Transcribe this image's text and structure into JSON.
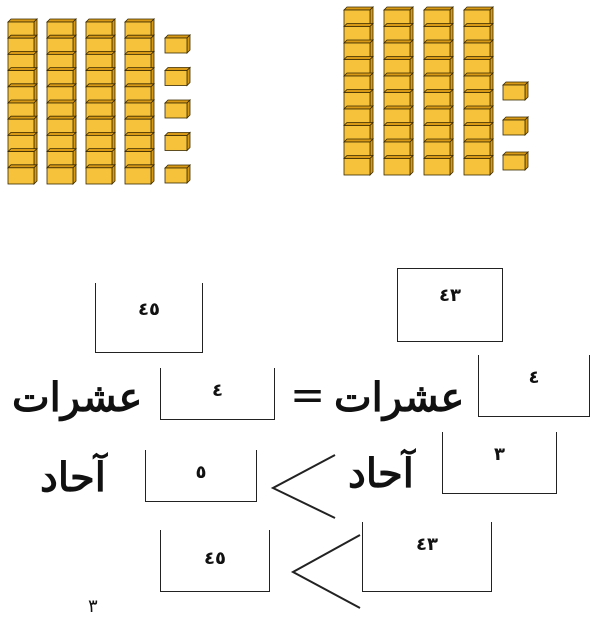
{
  "left_model": {
    "tens": 4,
    "ones": 5
  },
  "right_model": {
    "tens": 4,
    "ones": 3
  },
  "number_boxes": {
    "left_number": "٤٥",
    "right_number": "٤٣"
  },
  "comparison": {
    "tens_word": "عشرات",
    "ones_word": "آحاد",
    "equals_symbol": "=",
    "left_tens_value": "٤",
    "right_tens_value": "٤",
    "left_ones_value": "٥",
    "right_ones_value": "٣",
    "final_left": "٤٥",
    "final_right": "٤٣"
  },
  "page_number": "٣",
  "colors": {
    "block_fill": "#f6c23c",
    "block_edge": "#3a2a00",
    "block_shade": "#d89a16"
  }
}
